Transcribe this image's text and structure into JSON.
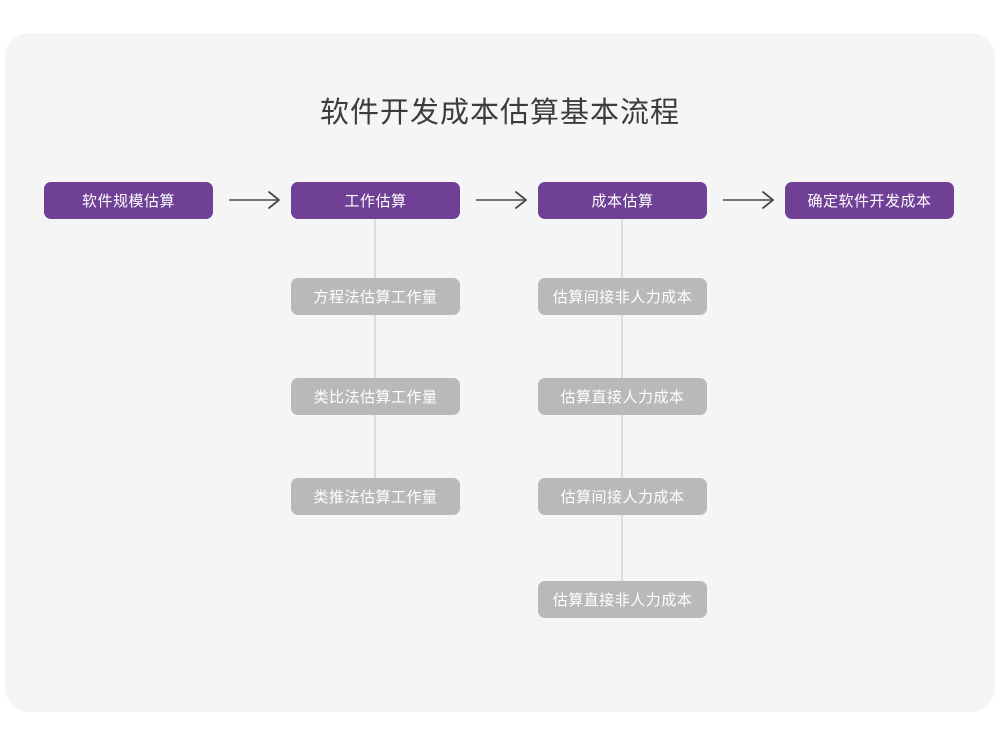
{
  "diagram": {
    "title": "软件开发成本估算基本流程",
    "type": "flowchart",
    "colors": {
      "canvas": "#ffffff",
      "card": "#f5f5f5",
      "primary_node": "#6f4096",
      "secondary_node": "#b9b9b9",
      "node_text": "#ffffff",
      "title_text": "#3c3c3c",
      "connector": "#dcdcdc",
      "arrow": "#4a4a4a"
    },
    "main_flow": [
      {
        "id": "step1",
        "label": "软件规模估算"
      },
      {
        "id": "step2",
        "label": "工作估算"
      },
      {
        "id": "step3",
        "label": "成本估算"
      },
      {
        "id": "step4",
        "label": "确定软件开发成本"
      }
    ],
    "arrows": [
      {
        "id": "arrow1",
        "glyph": "right-arrow",
        "from": "step1",
        "to": "step2"
      },
      {
        "id": "arrow2",
        "glyph": "right-arrow",
        "from": "step2",
        "to": "step3"
      },
      {
        "id": "arrow3",
        "glyph": "right-arrow",
        "from": "step3",
        "to": "step4"
      }
    ],
    "branches": [
      {
        "id": "work-estimation-branch",
        "parent": "step2",
        "items": [
          {
            "id": "work1",
            "label": "方程法估算工作量"
          },
          {
            "id": "work2",
            "label": "类比法估算工作量"
          },
          {
            "id": "work3",
            "label": "类推法估算工作量"
          }
        ]
      },
      {
        "id": "cost-estimation-branch",
        "parent": "step3",
        "items": [
          {
            "id": "cost1",
            "label": "估算间接非人力成本"
          },
          {
            "id": "cost2",
            "label": "估算直接人力成本"
          },
          {
            "id": "cost3",
            "label": "估算间接人力成本"
          },
          {
            "id": "cost4",
            "label": "估算直接非人力成本"
          }
        ]
      }
    ]
  }
}
